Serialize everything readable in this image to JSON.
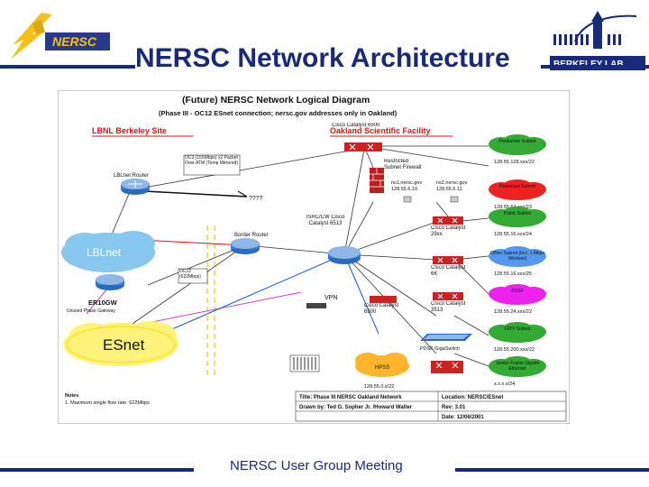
{
  "slide": {
    "title": "NERSC Network Architecture",
    "footer": "NERSC User Group Meeting"
  },
  "logos": {
    "nersc_text": "NERSC",
    "lab_text": "BERKELEY LAB"
  },
  "diagram": {
    "heading": "(Future) NERSC Network Logical Diagram",
    "subheading": "(Phase III - OC12 ESnet connection; nersc.gov addresses only in Oakland)",
    "site_left": "LBNL Berkeley Site",
    "site_right": "Oakland Scientific Facility",
    "lbnet_router": "LBLnet Router",
    "lblnet_cloud": "LBLnet",
    "esnet_cloud": "ESnet",
    "er10gw": "ER10GW",
    "er10gw_note": "Unused Phase Gateway",
    "oc3_note": "OC3 (155Mbps) x2 Packet Over ATM (Temp Mirrored)",
    "unknown": "????",
    "oc12_note": "OC12 (622Mbps)",
    "cisco_top": "Cisco Catalyst 6500",
    "restricted_firewall": "Restricted Subnet Firewall",
    "ns1": "ns1.nersc.gov 128.55.6.10",
    "ns2": "ns2.nersc.gov 128.55.6.11",
    "border_router": "Border Router",
    "core_router": "ISRC/CW Cisco Catalyst 6513",
    "cisco_29xx": "Cisco Catalyst 29xx",
    "cisco_mid": "Cisco Catalyst 6K",
    "cisco_6500": "Cisco Catalyst 6500",
    "cisco_3513": "Cisco Catalyst 3513",
    "vpn": "VPN",
    "pdsf_ghswitch": "PDSF GigaSwitch",
    "hpss": "HPSS",
    "hpss_addr": "128.55.0.x/22",
    "subnets": [
      {
        "name": "Production Subnet",
        "addr": "128.55.128.xxx/22",
        "color": "#33aa33"
      },
      {
        "name": "Restricted Subnet",
        "addr": "128.55.64.xxx/23",
        "color": "#ee2222"
      },
      {
        "name": "Public Subnet",
        "addr": "128.55.16.xxx/24",
        "color": "#33aa33"
      },
      {
        "name": "Office Subnet (incl. 1 Mbps Wireless)",
        "addr": "128.55.16.xxx/25",
        "color": "#5599ee"
      },
      {
        "name": "PDSF",
        "addr": "128.55.24.xxx/22",
        "color": "#ee22ee"
      },
      {
        "name": "FDDI Subnet",
        "addr": "128.55.200.xxx/22",
        "color": "#33aa33"
      },
      {
        "name": "Jumbo Frame Gigabit Ethernet",
        "addr": "x.x.x.x/24",
        "color": "#33aa33"
      }
    ],
    "notes_heading": "Notes",
    "notes_line": "1. Maximum single flow rate: 622Mbps",
    "titleblock": {
      "title": "Title: Phase III NERSC Oakland Network",
      "location": "Location: NERSC/ESnet",
      "drawn_by": "Drawn by: Ted G. Sopher Jr. /Howard Walter",
      "rev": "Rev: 3.01",
      "date": "Date: 12/06/2001"
    }
  },
  "colors": {
    "brand_blue": "#1a2a7a",
    "logo_yellow": "#f2c21a",
    "router_red": "#cc2222",
    "cloud_blue": "#88c8ee",
    "cloud_orange": "#ffb52e",
    "dashed_yellow": "#e8d840"
  }
}
